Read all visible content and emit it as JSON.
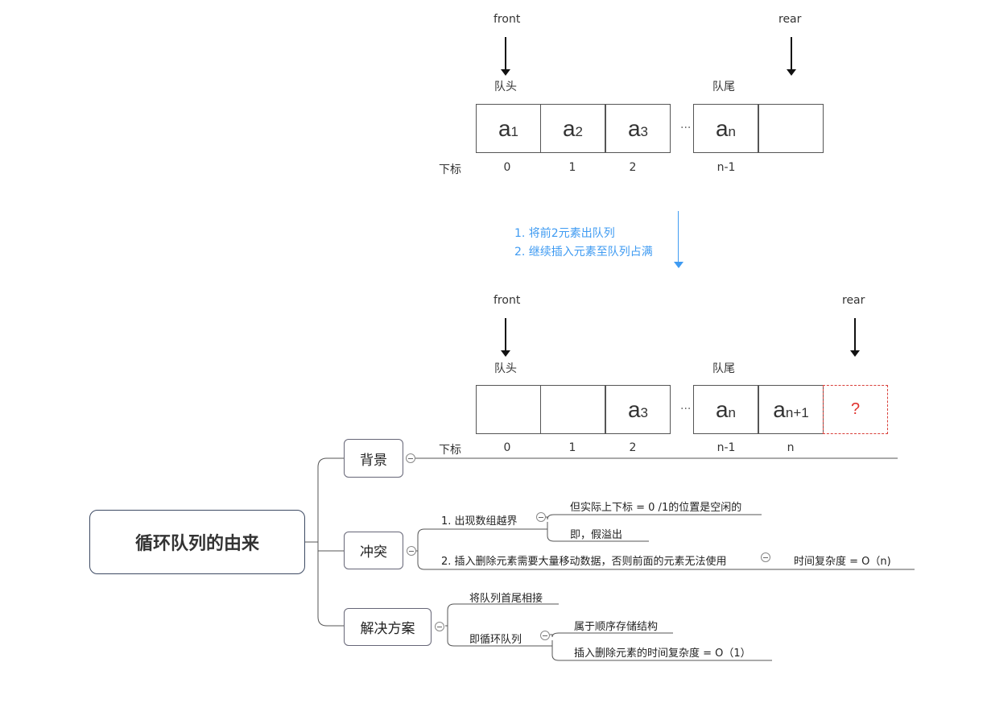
{
  "top_queue": {
    "front_label": "front",
    "rear_label": "rear",
    "head_label": "队头",
    "tail_label": "队尾",
    "index_title": "下标",
    "cells": [
      {
        "base": "a",
        "sub": "1"
      },
      {
        "base": "a",
        "sub": "2"
      },
      {
        "base": "a",
        "sub": "3"
      },
      {
        "base": "a",
        "sub": "n"
      },
      {
        "base": "",
        "sub": ""
      }
    ],
    "ellipsis": "···",
    "indices": [
      "0",
      "1",
      "2",
      "n-1"
    ]
  },
  "transition": {
    "step1": "1. 将前2元素出队列",
    "step2": "2. 继续插入元素至队列占满",
    "color": "#3f9bf2"
  },
  "bottom_queue": {
    "front_label": "front",
    "rear_label": "rear",
    "head_label": "队头",
    "tail_label": "队尾",
    "index_title": "下标",
    "cells": [
      {
        "base": "",
        "sub": ""
      },
      {
        "base": "",
        "sub": ""
      },
      {
        "base": "a",
        "sub": "3"
      },
      {
        "base": "a",
        "sub": "n"
      },
      {
        "base": "a",
        "sub": "n+1"
      }
    ],
    "overflow_cell": "?",
    "ellipsis": "···",
    "indices": [
      "0",
      "1",
      "2",
      "n-1",
      "n"
    ]
  },
  "mindmap": {
    "root": "循环队列的由来",
    "background": {
      "label": "背景"
    },
    "conflict": {
      "label": "冲突",
      "item1": "1. 出现数组越界",
      "item1_detail1": "但实际上下标 = 0 /1的位置是空闲的",
      "item1_detail2": "即，假溢出",
      "item2": "2. 插入删除元素需要大量移动数据，否则前面的元素无法使用",
      "item2_detail": "时间复杂度 = O（n)"
    },
    "solution": {
      "label": "解决方案",
      "item1": "将队列首尾相接",
      "item2": "即循环队列",
      "item2_detail1": "属于顺序存储结构",
      "item2_detail2": "插入删除元素的时间复杂度 = O（1）"
    }
  }
}
